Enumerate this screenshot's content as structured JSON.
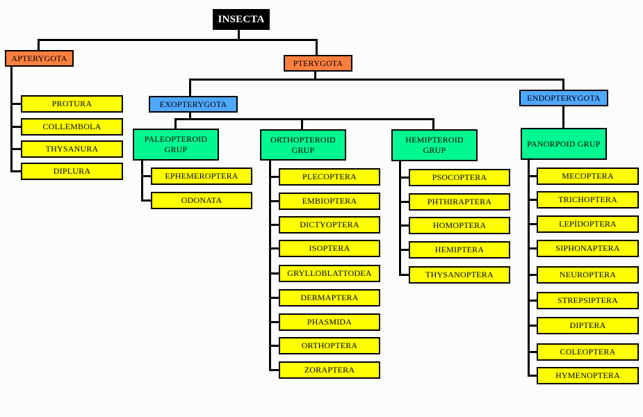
{
  "title": "INSECTA",
  "colors": {
    "root": "#000000",
    "class": "#ff7f3f",
    "subclass": "#4fa7ff",
    "group": "#00f890",
    "order": "#ffff00",
    "line": "#000000",
    "background": "#fbfdfb"
  },
  "tree": {
    "root": "INSECTA",
    "apterygota": {
      "label": "APTERYGOTA",
      "orders": [
        "PROTURA",
        "COLLEMBOLA",
        "THYSANURA",
        "DIPLURA"
      ]
    },
    "pterygota": {
      "label": "PTERYGOTA",
      "exopterygota": {
        "label": "EXOPTERYGOTA",
        "groups": [
          {
            "label": "PALEOPTEROID GRUP",
            "orders": [
              "EPHEMEROPTERA",
              "ODONATA"
            ]
          },
          {
            "label": "ORTHOPTEROID GRUP",
            "orders": [
              "PLECOPTERA",
              "EMBIOPTERA",
              "DICTYOPTERA",
              "ISOPTERA",
              "GRYLLOBLATTODEA",
              "DERMAPTERA",
              "PHASMIDA",
              "ORTHOPTERA",
              "ZORAPTERA"
            ]
          },
          {
            "label": "HEMIPTEROID GRUP",
            "orders": [
              "PSOCOPTERA",
              "PHTHIRAPTERA",
              "HOMOPTERA",
              "HEMIPTERA",
              "THYSANOPTERA"
            ]
          }
        ]
      },
      "endopterygota": {
        "label": "ENDOPTERYGOTA",
        "groups": [
          {
            "label": "PANORPOID GRUP",
            "orders": [
              "MECOPTERA",
              "TRICHOPTERA",
              "LEPİDOPTERA",
              "SIPHONAPTERA",
              "NEUROPTERA",
              "STREPSIPTERA",
              "DIPTERA",
              "COLEOPTERA",
              "HYMENOPTERA"
            ]
          }
        ]
      }
    }
  }
}
